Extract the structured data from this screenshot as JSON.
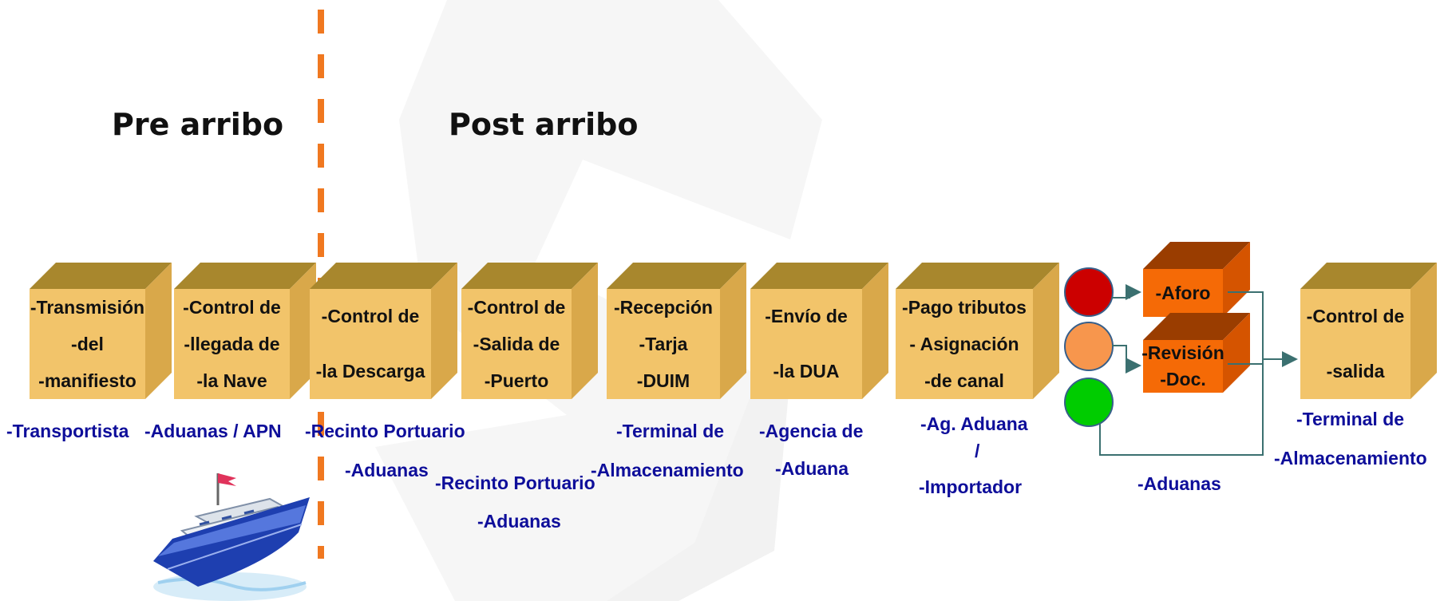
{
  "phases": {
    "pre": "Pre arribo",
    "post": "Post arribo"
  },
  "boxes": [
    [
      "-Transmisión",
      "-del",
      "-manifiesto"
    ],
    [
      "-Control de",
      "-llegada de",
      "-la Nave"
    ],
    [
      "-Control de",
      "-la Descarga"
    ],
    [
      "-Control de",
      "-Salida de",
      "-Puerto"
    ],
    [
      "-Recepción",
      "-Tarja",
      "-DUIM"
    ],
    [
      "-Envío de",
      "-la DUA"
    ],
    [
      "-Pago tributos",
      "- Asignación",
      "-de canal"
    ],
    [
      "-Aforo"
    ],
    [
      "-Revisión",
      "-Doc."
    ],
    [
      "-Control de",
      "-salida"
    ]
  ],
  "actors": {
    "transportista": "-Transportista",
    "aduanas_apn": "-Aduanas / APN",
    "recinto_portuario_1": "-Recinto Portuario",
    "aduanas_1": "-Aduanas",
    "recinto_portuario_2": "-Recinto Portuario",
    "aduanas_2": "-Aduanas",
    "terminal_1": "-Terminal de",
    "almacenamiento_1": "-Almacenamiento",
    "agencia": "-Agencia de",
    "aduana": "-Aduana",
    "ag_aduana": "-Ag. Aduana",
    "slash": "/",
    "importador": "-Importador",
    "aduanas_3": "-Aduanas",
    "terminal_2": "-Terminal de",
    "almacenamiento_2": "-Almacenamiento"
  },
  "colors": {
    "box_front": "#f2c46a",
    "box_top": "#a8872d",
    "box_side": "#d9a84a",
    "orange_front": "#f56a06",
    "orange_top": "#9a3d00",
    "orange_side": "#d55400",
    "light_red": "#cc0000",
    "light_orange": "#f7964d",
    "light_green": "#00cc00",
    "divider": "#f07820",
    "connector": "#3b7070",
    "actor_text": "#0e0e9a"
  }
}
